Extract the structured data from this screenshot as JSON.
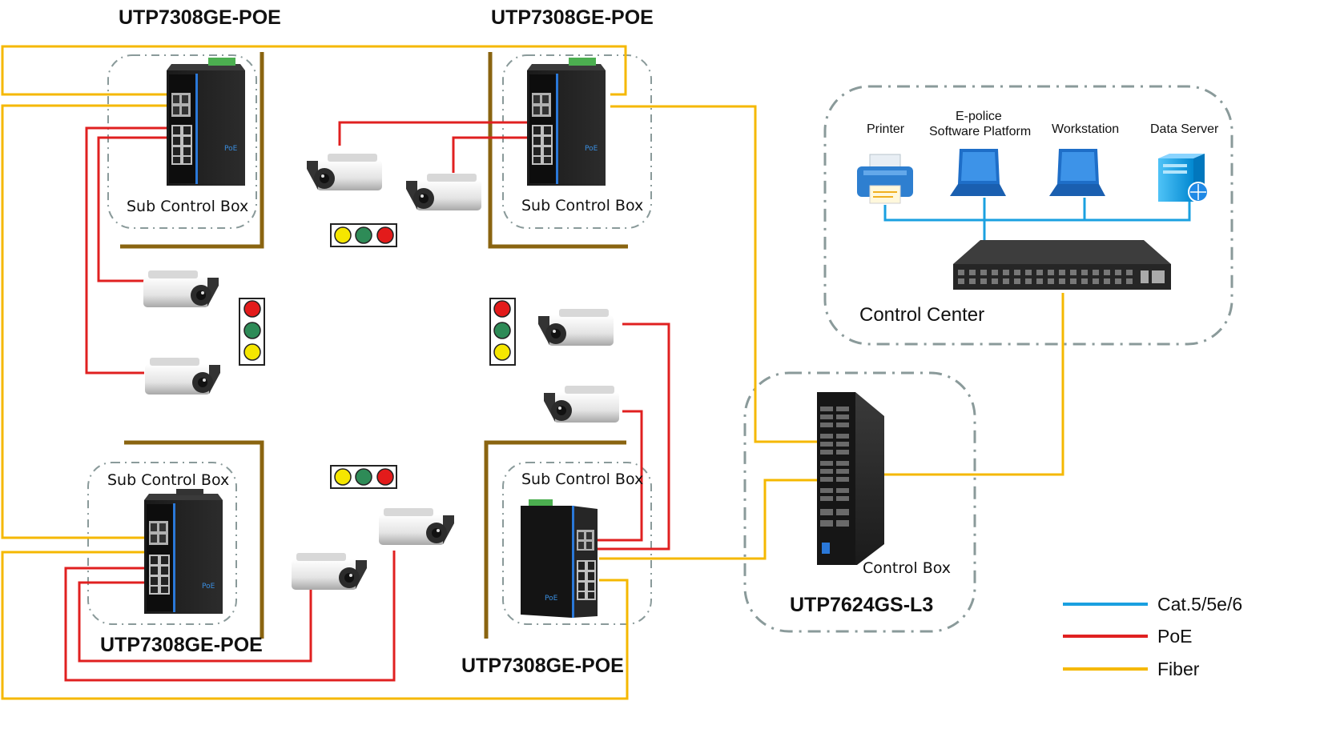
{
  "colors": {
    "cat": "#1aa0e0",
    "poe": "#e02020",
    "fiber": "#f5b800",
    "pole": "#8a6410",
    "boundary": "#8a9a9a"
  },
  "switches": {
    "top_left": {
      "model": "UTP7308GE-POE",
      "box": "Sub Control Box"
    },
    "top_right": {
      "model": "UTP7308GE-POE",
      "box": "Sub Control Box"
    },
    "bottom_left": {
      "model": "UTP7308GE-POE",
      "box": "Sub Control Box"
    },
    "bottom_right": {
      "model": "UTP7308GE-POE",
      "box": "Sub Control Box"
    }
  },
  "core": {
    "model": "UTP7624GS-L3",
    "box": "Control Box"
  },
  "control_center": {
    "title": "Control Center",
    "devices": [
      {
        "label": "Printer",
        "icon": "printer-icon"
      },
      {
        "label_line1": "E-police",
        "label_line2": "Software Platform",
        "icon": "laptop-icon"
      },
      {
        "label": "Workstation",
        "icon": "laptop-icon"
      },
      {
        "label": "Data Server",
        "icon": "server-icon"
      }
    ]
  },
  "legend": [
    {
      "label": "Cat.5/5e/6",
      "color": "#1aa0e0"
    },
    {
      "label": "PoE",
      "color": "#e02020"
    },
    {
      "label": "Fiber",
      "color": "#f5b800"
    }
  ]
}
